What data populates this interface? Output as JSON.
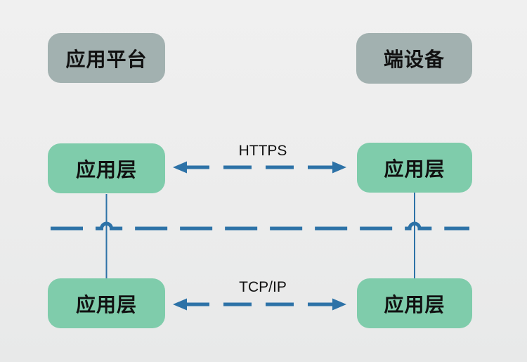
{
  "colors": {
    "bg_top": "#f0f0f0",
    "bg_bottom": "#e8e9e9",
    "gray_box": "#a2b1b0",
    "green_box": "#7fccab",
    "link_blue": "#2d72a7",
    "text_color": "#111111"
  },
  "nodes": {
    "platform": {
      "label": "应用平台"
    },
    "device": {
      "label": "端设备"
    },
    "platform_app_top": {
      "label": "应用层"
    },
    "device_app_top": {
      "label": "应用层"
    },
    "platform_app_bottom": {
      "label": "应用层"
    },
    "device_app_bottom": {
      "label": "应用层"
    }
  },
  "links": {
    "https": {
      "label": "HTTPS"
    },
    "tcpip": {
      "label": "TCP/IP"
    }
  }
}
